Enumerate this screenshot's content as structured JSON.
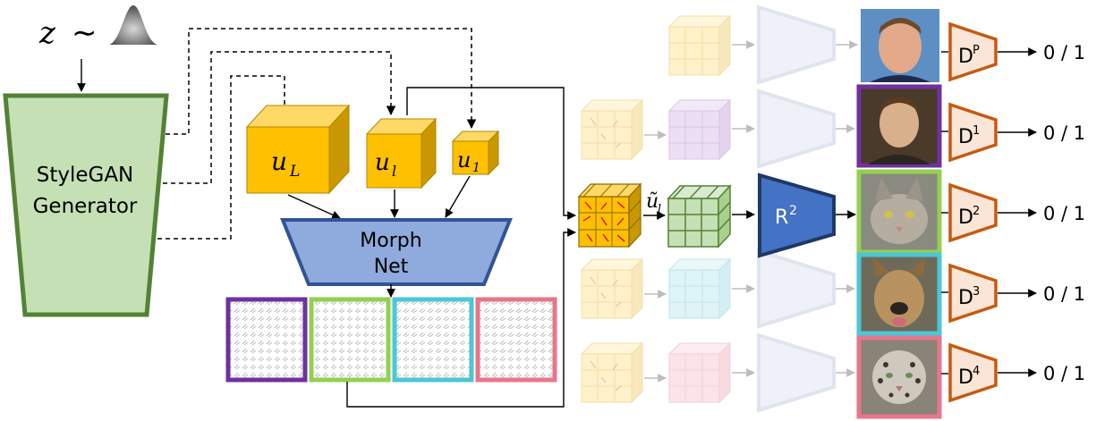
{
  "noise": {
    "variable": "z",
    "operator": "∼"
  },
  "generator": {
    "line1": "StyleGAN",
    "line2": "Generator"
  },
  "cubes": {
    "uL": {
      "base": "u",
      "sub": "L"
    },
    "ul": {
      "base": "u",
      "sub": "l"
    },
    "u1": {
      "base": "u",
      "sub": "1"
    }
  },
  "morphnet": {
    "line1": "Morph",
    "line2": "Net"
  },
  "tilde_u": {
    "base": "ũ",
    "sub": "l"
  },
  "renderer": {
    "base": "R",
    "sup": "2"
  },
  "discriminators": [
    {
      "base": "D",
      "sup": "P",
      "output": "0 / 1"
    },
    {
      "base": "D",
      "sup": "1",
      "output": "0 / 1"
    },
    {
      "base": "D",
      "sup": "2",
      "output": "0 / 1"
    },
    {
      "base": "D",
      "sup": "3",
      "output": "0 / 1"
    },
    {
      "base": "D",
      "sup": "4",
      "output": "0 / 1"
    }
  ],
  "colors": {
    "generator_fill": "#c5e0b4",
    "generator_stroke": "#548235",
    "cube_front": "#ffc000",
    "cube_top": "#ffd966",
    "cube_side": "#c99700",
    "morphnet_fill": "#8faadc",
    "morphnet_stroke": "#2f5597",
    "renderer_fill": "#4472c4",
    "renderer_stroke": "#1f3864",
    "disc_fill": "#fbe5d6",
    "disc_stroke": "#c55a11",
    "domain_1": "#7030a0",
    "domain_2": "#92d050",
    "domain_3": "#4bc6d6",
    "domain_4": "#e8768a"
  }
}
